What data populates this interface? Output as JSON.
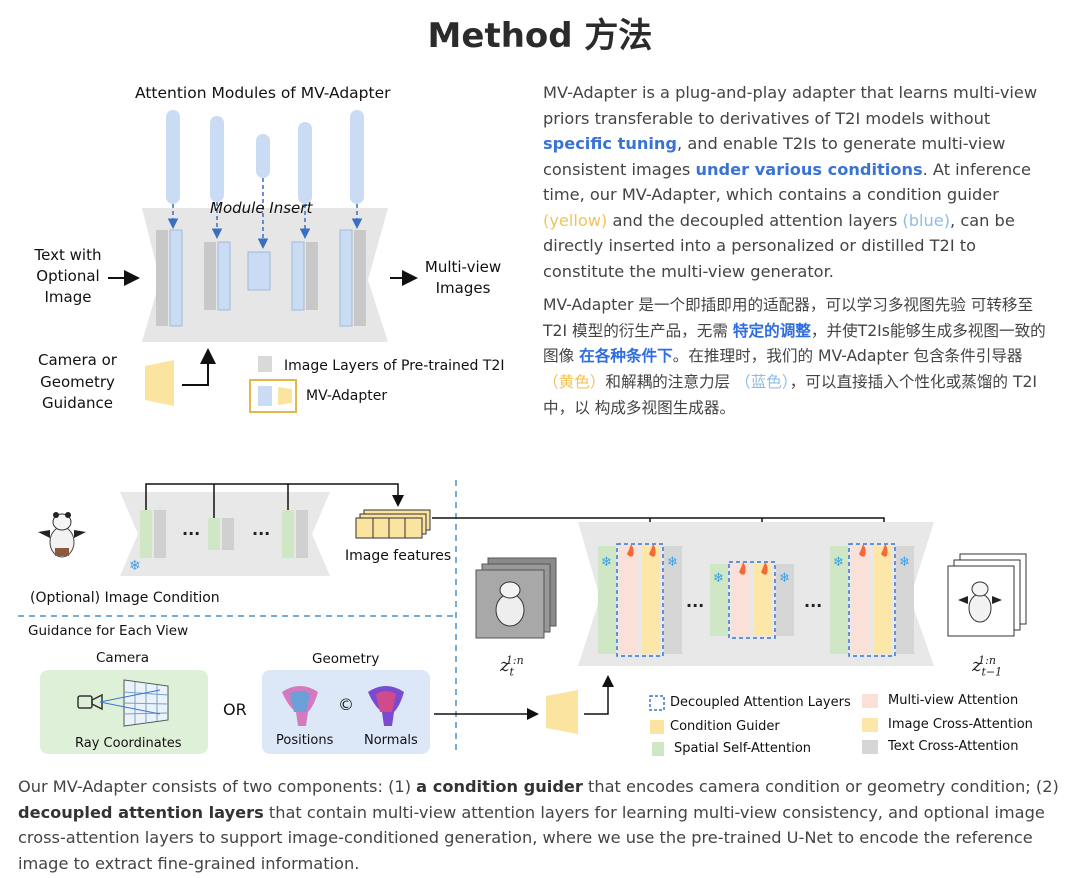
{
  "title": "Method 方法",
  "top_diagram": {
    "heading": "Attention Modules of MV-Adapter",
    "module_insert": "Module Insert",
    "input_label": [
      "Text with",
      "Optional",
      "Image"
    ],
    "output_label": [
      "Multi-view",
      "Images"
    ],
    "guidance_label": [
      "Camera or",
      "Geometry",
      "Guidance"
    ],
    "legend_pretrained": "Image Layers of Pre-trained T2I",
    "legend_adapter": "MV-Adapter"
  },
  "description_en": {
    "p1": "MV-Adapter is a plug-and-play adapter that learns multi-view priors transferable to derivatives of T2I models without ",
    "hl1": "specific tuning",
    "p2": ", and enable T2Is to generate multi-view consistent images ",
    "hl2": "under various conditions",
    "p3": ". At inference time, our MV-Adapter, which contains a condition guider ",
    "hl_yellow": "(yellow)",
    "p4": " and the decoupled attention layers ",
    "hl_blue": "(blue)",
    "p5": ", can be directly inserted into a personalized or distilled T2I to constitute the multi-view generator."
  },
  "description_zh": {
    "p1": "MV-Adapter 是一个即插即用的适配器，可以学习多视图先验 可转移至 T2I 模型的衍生产品，无需 ",
    "hl1": "特定的调整",
    "p2": "，并使T2Is能够生成多视图一致的图像 ",
    "hl2": "在各种条件下",
    "p3": "。在推理时，我们的 MV-Adapter 包含条件引导器 ",
    "hl_yellow": "（黄色）",
    "p4": "和解耦的注意力层 ",
    "hl_blue": "（蓝色）",
    "p5": "，可以直接插入个性化或蒸馏的 T2I 中，以 构成多视图生成器。"
  },
  "bottom_diagram": {
    "image_features": "Image features",
    "optional_condition": "(Optional) Image Condition",
    "guidance_each_view": "Guidance for Each View",
    "camera": "Camera",
    "geometry": "Geometry",
    "ray_coordinates": "Ray Coordinates",
    "or": "OR",
    "positions": "Positions",
    "normals": "Normals",
    "z_in_base": "z",
    "z_in_sub": "t",
    "z_in_sup": "1:n",
    "z_out_base": "z",
    "z_out_sub": "t−1",
    "z_out_sup": "1:n",
    "dots": "...",
    "copyright_symbol": "©",
    "legend": {
      "decoupled": "Decoupled Attention Layers",
      "condition_guider": "Condition Guider",
      "spatial": "Spatial Self-Attention",
      "multiview": "Multi-view Attention",
      "image_cross": "Image Cross-Attention",
      "text_cross": "Text Cross-Attention"
    }
  },
  "caption": {
    "p1": "Our MV-Adapter consists of two components: (1) ",
    "b1": "a condition guider",
    "p2": " that encodes camera condition or geometry condition; (2) ",
    "b2": "decoupled attention layers",
    "p3": " that contain multi-view attention layers for learning multi-view consistency, and optional image cross-attention layers to support image-conditioned generation, where we use the pre-trained U-Net to encode the reference image to extract fine-grained information."
  },
  "colors": {
    "adapter_blue": "#cfe0f5",
    "pretrained_gray": "#d9d9d9",
    "guider_yellow": "#fbe3a0",
    "spatial_green": "#cfe7c4",
    "multiview_pink": "#fae0d6",
    "image_cross_yellow": "#fde7a8",
    "highlight_blue": "#3a73d6"
  }
}
